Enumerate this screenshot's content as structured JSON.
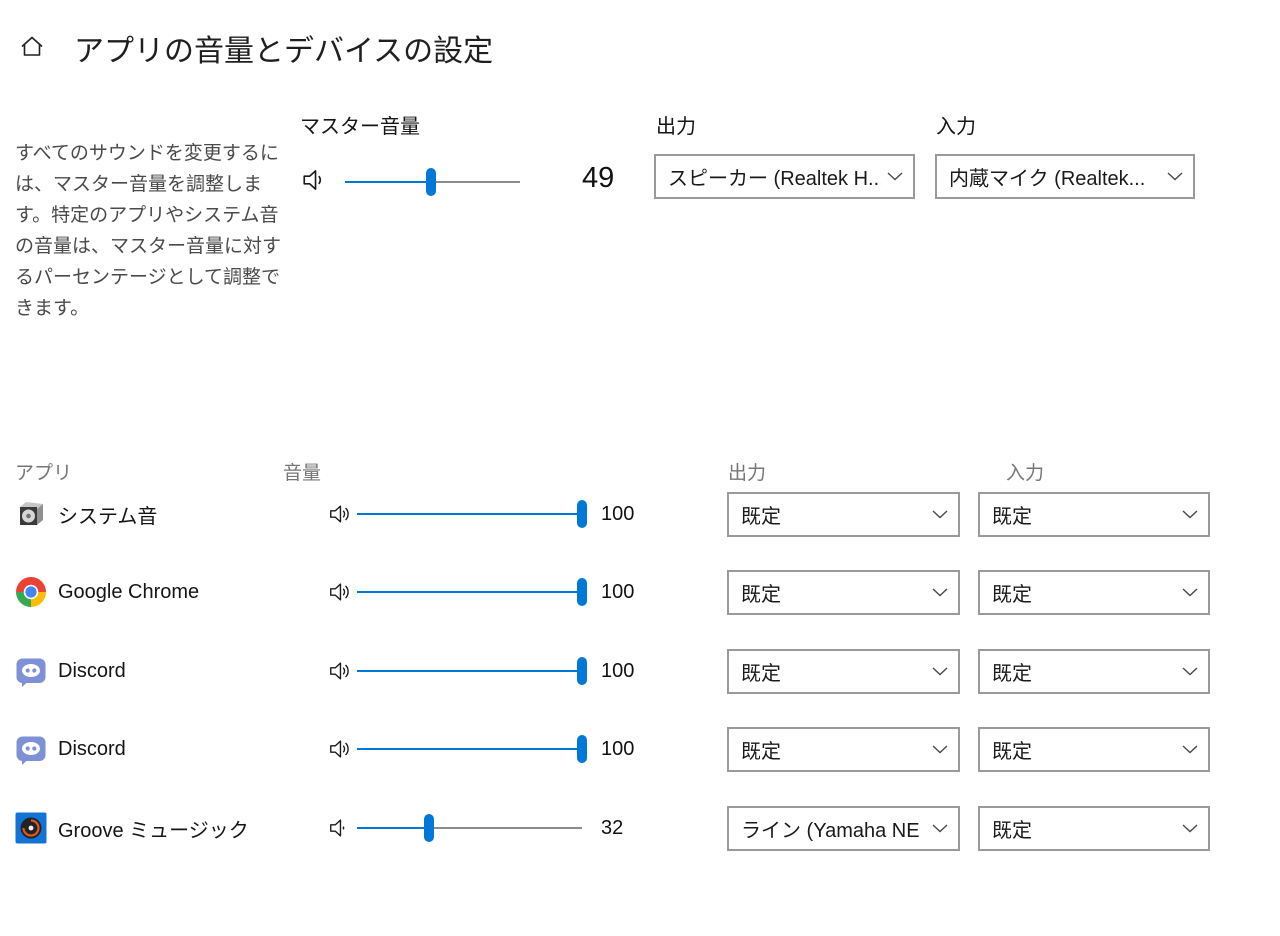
{
  "page": {
    "title": "アプリの音量とデバイスの設定"
  },
  "colors": {
    "accent": "#0078d7",
    "track": "#8c8c8c",
    "dd_border": "#9a9a9a",
    "header_gray": "#767676"
  },
  "master": {
    "description": "すべてのサウンドを変更するには、マスター音量を調整します。特定のアプリやシステム音の音量は、マスター音量に対するパーセンテージとして調整できます。",
    "label": "マスター音量",
    "volume": 49,
    "speaker_icon": "speaker-low-icon",
    "output_label": "出力",
    "output_value": "スピーカー (Realtek H...",
    "input_label": "入力",
    "input_value": "内蔵マイク (Realtek..."
  },
  "apps": {
    "headers": {
      "app": "アプリ",
      "volume": "音量",
      "output": "出力",
      "input": "入力"
    },
    "rows": [
      {
        "name": "システム音",
        "icon": "system-sounds-icon",
        "volume": 100,
        "output": "既定",
        "input": "既定"
      },
      {
        "name": "Google Chrome",
        "icon": "chrome-icon",
        "volume": 100,
        "output": "既定",
        "input": "既定"
      },
      {
        "name": "Discord",
        "icon": "discord-icon",
        "volume": 100,
        "output": "既定",
        "input": "既定"
      },
      {
        "name": "Discord",
        "icon": "discord-icon",
        "volume": 100,
        "output": "既定",
        "input": "既定"
      },
      {
        "name": "Groove ミュージック",
        "icon": "groove-music-icon",
        "volume": 32,
        "output": "ライン (Yamaha NE",
        "input": "既定"
      }
    ]
  }
}
